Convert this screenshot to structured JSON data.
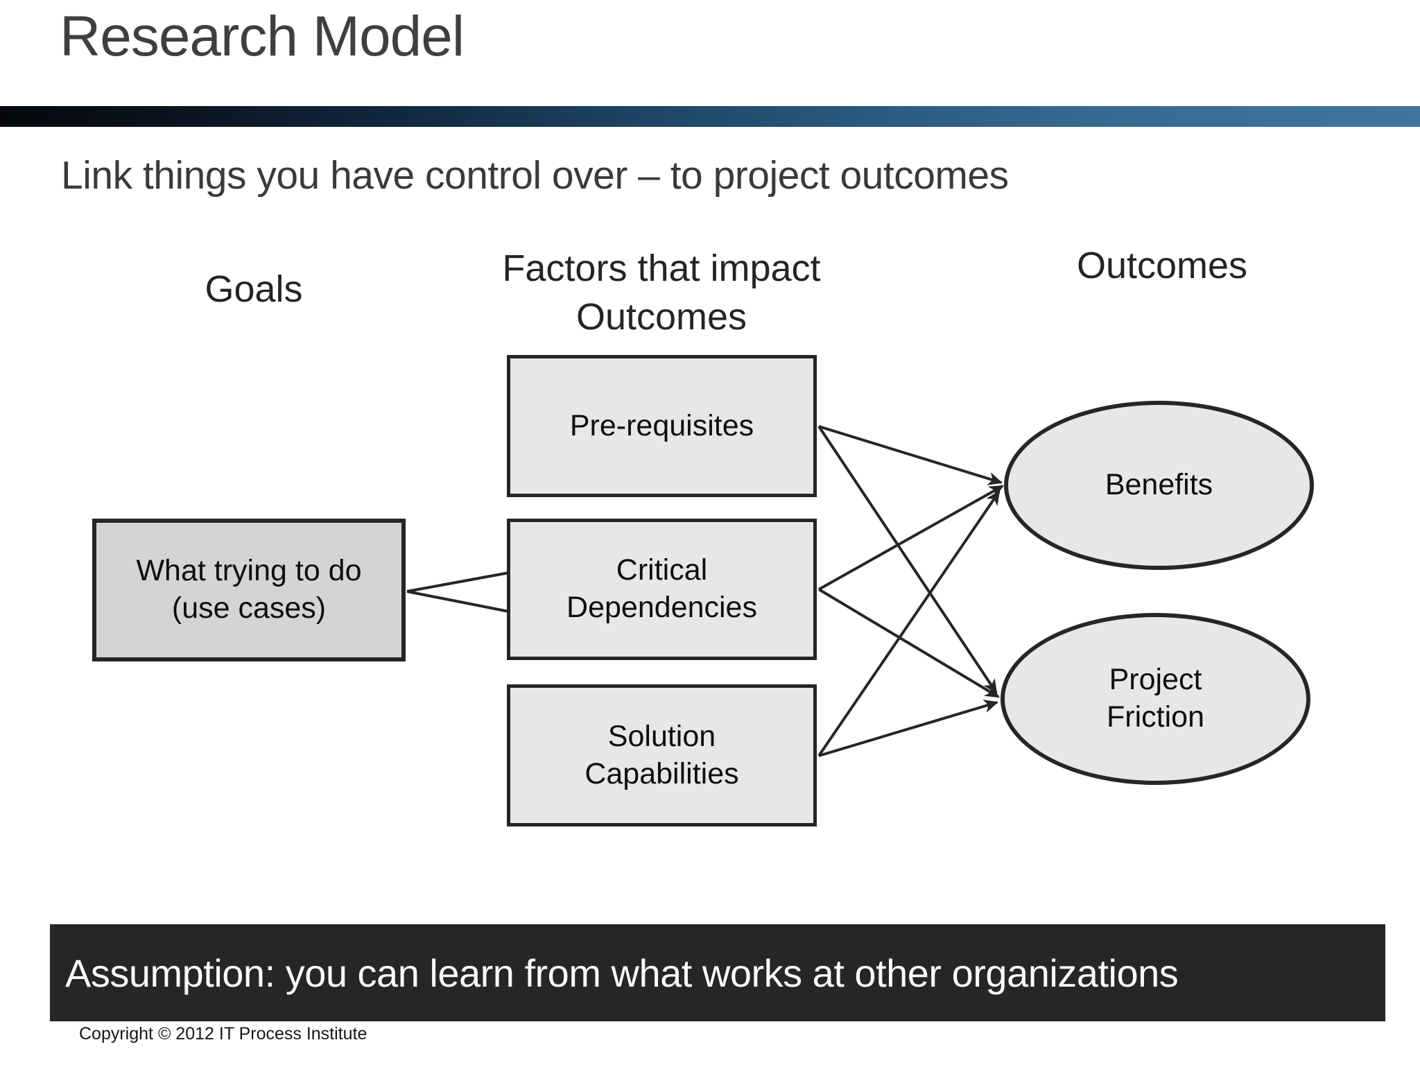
{
  "slide": {
    "title": "Research Model",
    "subtitle": "Link things you have control over – to project outcomes",
    "assumption": "Assumption: you can learn from what works at other organizations",
    "copyright": "Copyright © 2012 IT Process Institute"
  },
  "diagram": {
    "headers": {
      "goals": "Goals",
      "factors": [
        "Factors that impact",
        "Outcomes"
      ],
      "outcomes": "Outcomes"
    },
    "nodes": {
      "what_trying_to_do": [
        "What trying to do",
        "(use cases)"
      ],
      "prerequisites": [
        "Pre-requisites"
      ],
      "critical_dependencies": [
        "Critical",
        "Dependencies"
      ],
      "solution_capabilities": [
        "Solution",
        "Capabilities"
      ],
      "benefits": [
        "Benefits"
      ],
      "project_friction": [
        "Project",
        "Friction"
      ]
    },
    "edges": [
      {
        "from": "what_trying_to_do",
        "to": "critical_dependencies",
        "style": "plain",
        "strands": 2
      },
      {
        "from": "prerequisites",
        "to": "benefits",
        "style": "arrow"
      },
      {
        "from": "prerequisites",
        "to": "project_friction",
        "style": "arrow"
      },
      {
        "from": "critical_dependencies",
        "to": "benefits",
        "style": "arrow"
      },
      {
        "from": "critical_dependencies",
        "to": "project_friction",
        "style": "arrow"
      },
      {
        "from": "solution_capabilities",
        "to": "benefits",
        "style": "arrow"
      },
      {
        "from": "solution_capabilities",
        "to": "project_friction",
        "style": "arrow"
      }
    ]
  },
  "theme": {
    "title-color": "#3f3f42",
    "subtitle-color": "#3a3a3a",
    "header-color": "#242424",
    "node-fill": "#e7e7e7",
    "node-fill-dark": "#d4d4d4",
    "node-border": "#262626",
    "line-color": "#262626",
    "banner-bg": "#262626",
    "banner-text": "#fbfbfb",
    "copyright-color": "#161616",
    "divider-gradient": [
      "#06080c",
      "#12283f",
      "#2b5b80",
      "#40759d"
    ]
  }
}
